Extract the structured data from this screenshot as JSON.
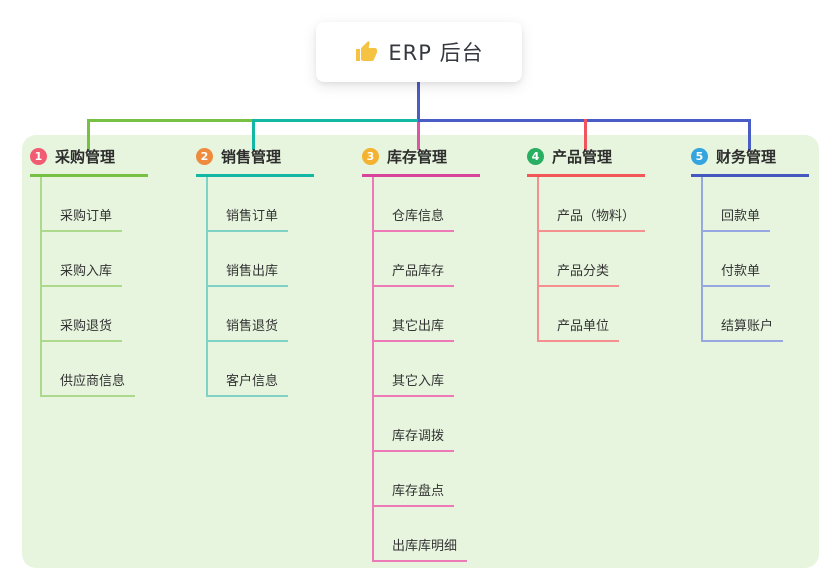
{
  "root": {
    "label": "ERP 后台",
    "icon": "thumbs-up-icon",
    "icon_color": "#F5C242"
  },
  "connectors": {
    "root_blue": "#4A5CC5",
    "green": "#76C043",
    "teal": "#12B8A4",
    "magenta": "#DC56A6",
    "red": "#F0545E",
    "blue": "#4A5CC5"
  },
  "panel_color": "#E7F5DE",
  "branches": [
    {
      "index": "1",
      "label": "采购管理",
      "colors": {
        "badge": "#F25C72",
        "line": "#76C043",
        "child_line": "#ACD98B"
      },
      "children": [
        "采购订单",
        "采购入库",
        "采购退货",
        "供应商信息"
      ]
    },
    {
      "index": "2",
      "label": "销售管理",
      "colors": {
        "badge": "#EF8B3F",
        "line": "#12B8A4",
        "child_line": "#7FD3C6"
      },
      "children": [
        "销售订单",
        "销售出库",
        "销售退货",
        "客户信息"
      ]
    },
    {
      "index": "3",
      "label": "库存管理",
      "colors": {
        "badge": "#F3B231",
        "line": "#D8439B",
        "child_line": "#EE79B7"
      },
      "children": [
        "仓库信息",
        "产品库存",
        "其它出库",
        "其它入库",
        "库存调拨",
        "库存盘点",
        "出库库明细"
      ]
    },
    {
      "index": "4",
      "label": "产品管理",
      "colors": {
        "badge": "#29AF61",
        "line": "#F25858",
        "child_line": "#F59090"
      },
      "children": [
        "产品（物料）",
        "产品分类",
        "产品单位"
      ]
    },
    {
      "index": "5",
      "label": "财务管理",
      "colors": {
        "badge": "#34A5DE",
        "line": "#4458C0",
        "child_line": "#97A8E0"
      },
      "children": [
        "回款单",
        "付款单",
        "结算账户"
      ]
    }
  ]
}
